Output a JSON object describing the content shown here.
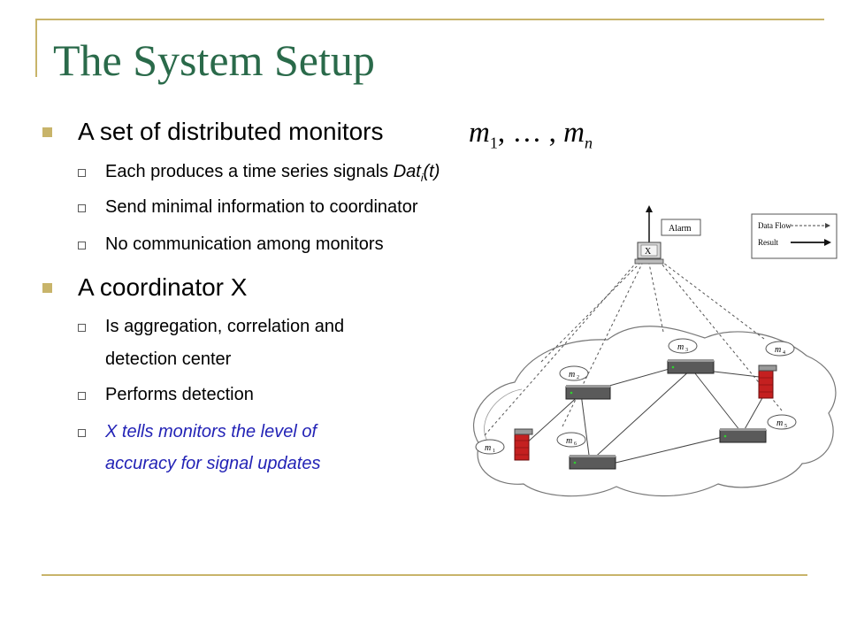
{
  "title": "The System Setup",
  "bullets": {
    "b1": "A set of distributed monitors",
    "b1_math": {
      "m": "m",
      "sub1": "1",
      "sep": ", … , ",
      "subn": "n"
    },
    "b1_1": {
      "pre": "Each produces a time series signals ",
      "var": "Dat",
      "sub": "i",
      "post": "(t)"
    },
    "b1_2": "Send minimal information to coordinator",
    "b1_3": "No communication among monitors",
    "b2": "A coordinator X",
    "b2_1a": "Is aggregation, correlation and",
    "b2_1b": "detection center",
    "b2_2": "Performs detection",
    "b2_3a": "X tells monitors the level of",
    "b2_3b": "accuracy for signal updates"
  },
  "diagram": {
    "alarm": "Alarm",
    "x_label": "X",
    "legend_flow": "Data Flow",
    "legend_result": "Result",
    "nodes": [
      "m1",
      "m2",
      "m3",
      "m4",
      "m5",
      "m6"
    ],
    "colors": {
      "firewall": "#c42020",
      "router": "#555555"
    }
  }
}
